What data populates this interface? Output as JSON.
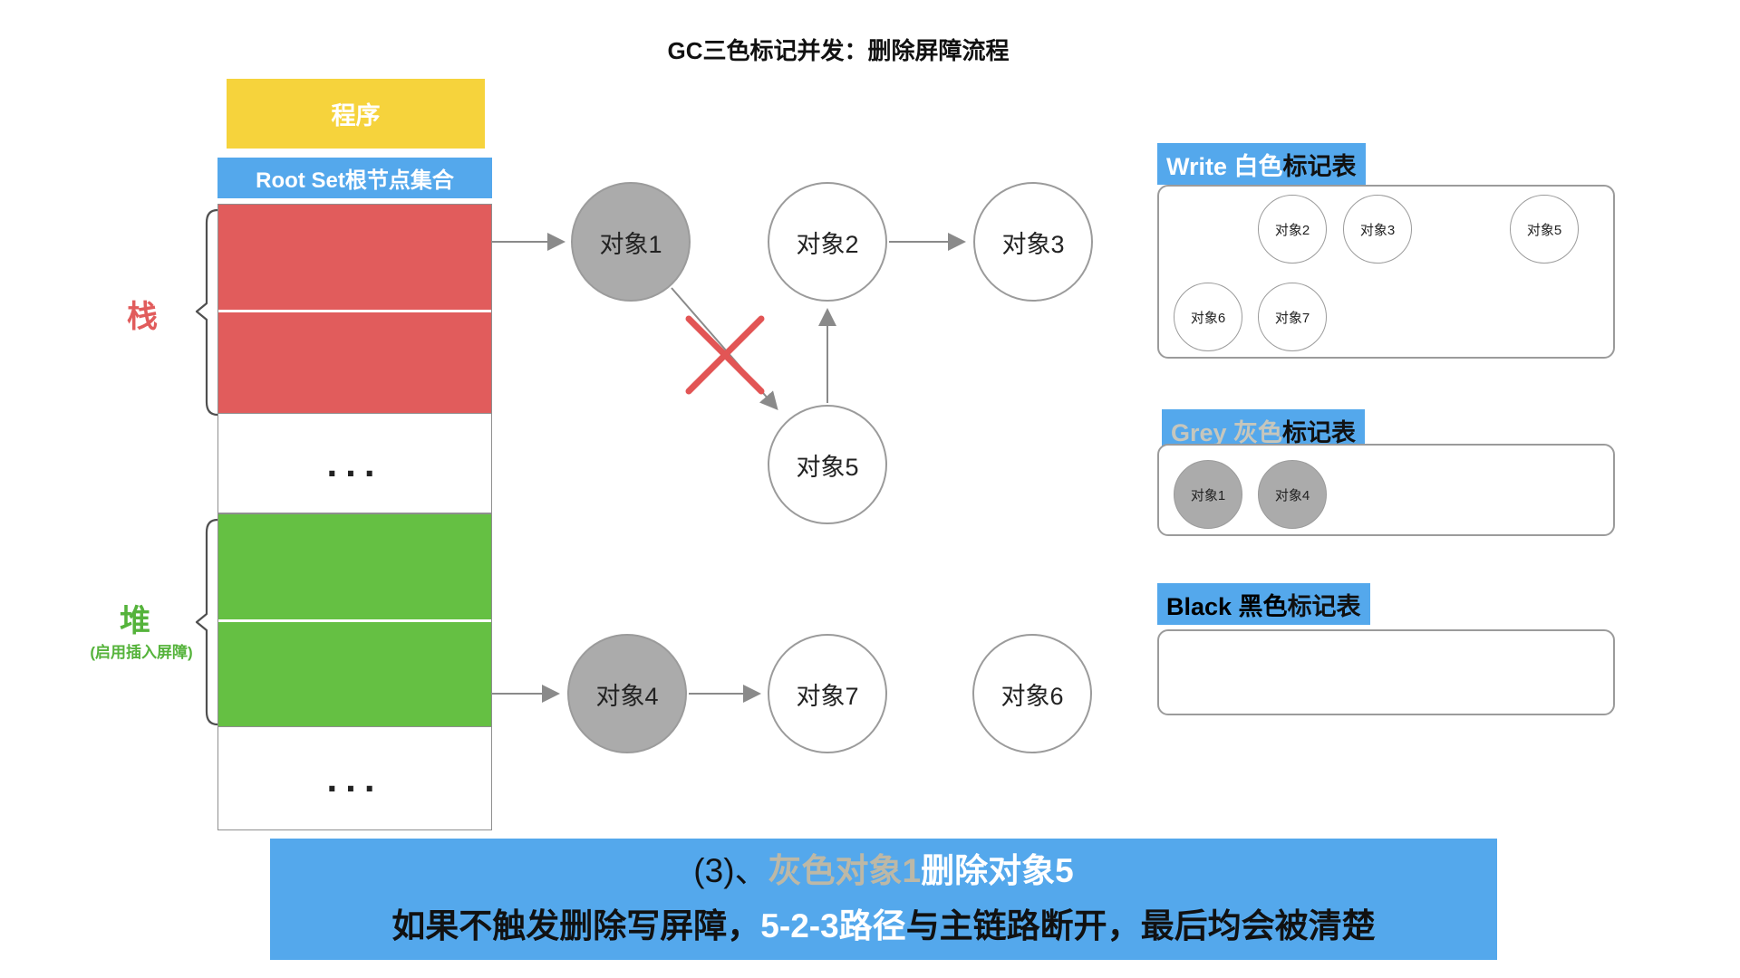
{
  "title": "GC三色标记并发：删除屏障流程",
  "memory_column": {
    "program": "程序",
    "root_set": "Root Set根节点集合",
    "stack_label": "栈",
    "heap_label": "堆",
    "heap_note": "(启用插入屏障)",
    "ellipsis": "..."
  },
  "graph": {
    "obj1": "对象1",
    "obj2": "对象2",
    "obj3": "对象3",
    "obj4": "对象4",
    "obj5": "对象5",
    "obj6": "对象6",
    "obj7": "对象7"
  },
  "tables": {
    "white": {
      "title_highlight": "Write 白色",
      "title_rest": "标记表",
      "items": [
        "对象2",
        "对象3",
        "对象5",
        "对象6",
        "对象7"
      ]
    },
    "grey": {
      "title_highlight": "Grey 灰色",
      "title_rest": "标记表",
      "items": [
        "对象1",
        "对象4"
      ]
    },
    "black": {
      "title_highlight": "Black 黑色",
      "title_rest": "标记表",
      "items": []
    }
  },
  "caption": {
    "line1_prefix": "(3)、",
    "line1_grey": "灰色对象1",
    "line1_mid": "删除",
    "line1_bold": "对象5",
    "line2_start": "如果不触发删除写屏障，",
    "line2_highlight": "5-2-3路径",
    "line2_end": "与主链路断开，最后均会被清楚"
  },
  "colors": {
    "blue_highlight": "#54a8ec",
    "yellow_program": "#f6d33c",
    "red_stack": "#e15c5c",
    "green_heap": "#65c043",
    "grey_node": "#ababab",
    "red_cross": "#e25555"
  }
}
